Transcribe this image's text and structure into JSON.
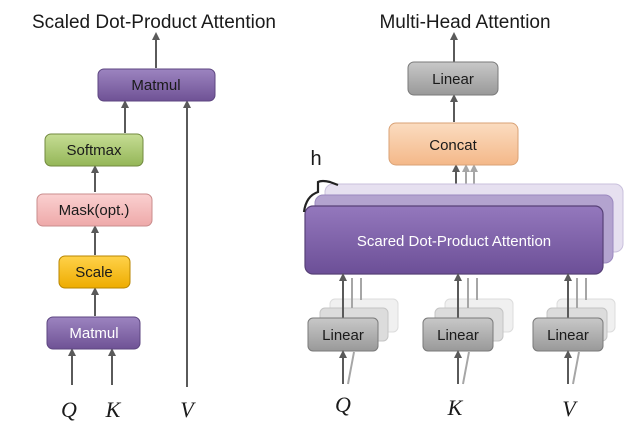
{
  "left": {
    "title": "Scaled Dot-Product Attention",
    "boxes": {
      "matmul_top": "Matmul",
      "softmax": "Softmax",
      "mask": "Mask(opt.)",
      "scale": "Scale",
      "matmul_bottom": "Matmul"
    },
    "inputs": {
      "q": "Q",
      "k": "K",
      "v": "V"
    }
  },
  "right": {
    "title": "Multi-Head Attention",
    "boxes": {
      "linear_top": "Linear",
      "concat": "Concat",
      "attention": "Scared Dot-Product Attention",
      "linear_q": "Linear",
      "linear_k": "Linear",
      "linear_v": "Linear"
    },
    "head_label": "h",
    "inputs": {
      "q": "Q",
      "k": "K",
      "v": "V"
    }
  },
  "colors": {
    "matmul": "#8064a2",
    "softmax": "#9bbb59",
    "mask": "#f2b8b8",
    "scale": "#f5b800",
    "linear": "#a6a6a6",
    "concat": "#f7caa0",
    "attention": "#7f62a7",
    "arrow": "#5a5a5a"
  }
}
